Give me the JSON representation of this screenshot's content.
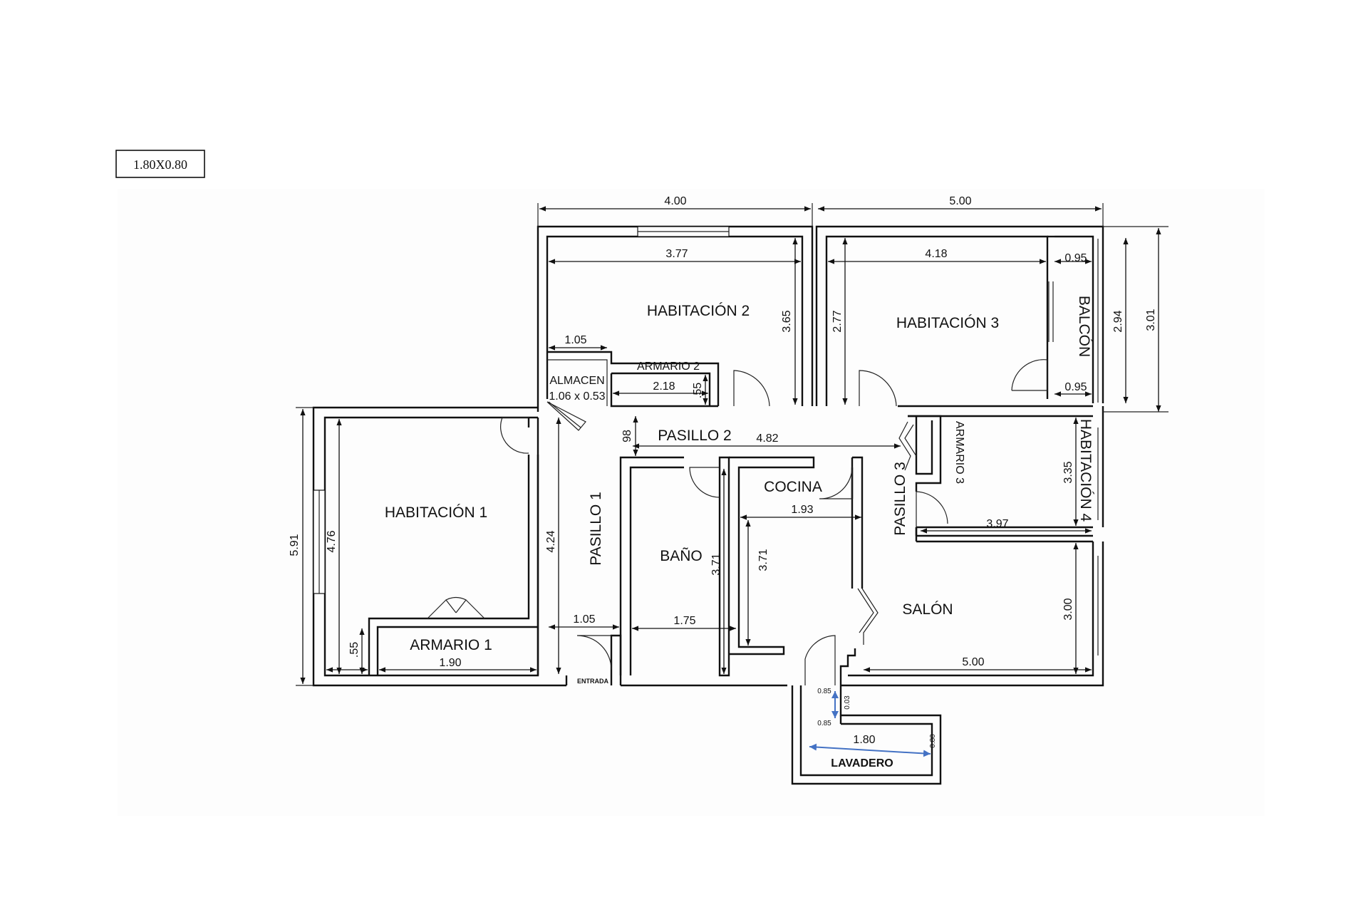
{
  "scale_box": "1.80X0.80",
  "rooms": {
    "habitacion1": "HABITACIÓN 1",
    "habitacion2": "HABITACIÓN 2",
    "habitacion3": "HABITACIÓN 3",
    "habitacion4": "HABITACIÓN 4",
    "balcon": "BALCÓN",
    "armario1": "ARMARIO 1",
    "armario2": "ARMARIO 2",
    "armario3": "ARMARIO 3",
    "almacen": "ALMACEN",
    "almacen_size": "1.06 x 0.53",
    "pasillo1": "PASILLO 1",
    "pasillo2": "PASILLO 2",
    "pasillo3": "PASILLO 3",
    "bano": "BAÑO",
    "cocina": "COCINA",
    "salon": "SALÓN",
    "lavadero": "LAVADERO",
    "entrada": "ENTRADA"
  },
  "dimensions": {
    "top_left": "4.00",
    "top_right": "5.00",
    "h2_width": "3.77",
    "h2_height": "3.65",
    "h3_width": "4.18",
    "h3_height": "2.77",
    "balcon_width_top": "0.95",
    "balcon_width_bottom": "0.95",
    "balcon_height": "2.94",
    "right_total": "3.01",
    "armario2_left": "1.05",
    "armario2_width": "2.18",
    "armario2_depth": ".55",
    "left_total": "5.91",
    "h1_height": "4.76",
    "pasillo1_height": "4.24",
    "pasillo2_width": "4.82",
    "pasillo2_depth": "98",
    "armario1_depth": ".55",
    "armario1_width": "1.90",
    "pasillo1_width": "1.05",
    "bano_width": "1.75",
    "bano_height": "3.71",
    "cocina_height": "3.71",
    "cocina_width": "1.93",
    "h4_width": "3.97",
    "h4_height": "3.35",
    "salon_height": "3.00",
    "salon_width": "5.00",
    "lavadero_width": "1.80",
    "lavadero_depth": "0.80",
    "lav_a": "0.85",
    "lav_b": "0.85",
    "lav_c": "0.03"
  }
}
